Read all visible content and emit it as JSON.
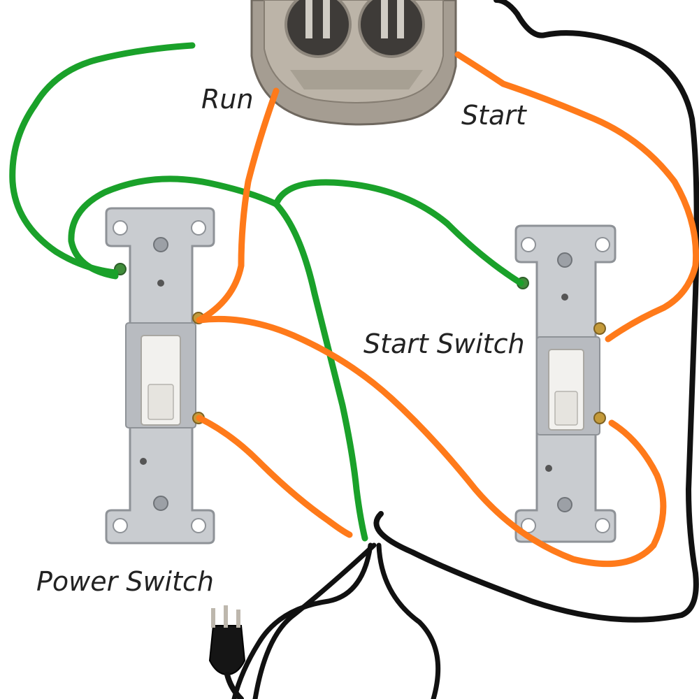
{
  "labels": {
    "run": "Run",
    "start": "Start",
    "start_switch": "Start Switch",
    "power_switch": "Power Switch"
  },
  "colors": {
    "green_wire": "#1aa12a",
    "orange_wire": "#ff7a1a",
    "black_wire": "#111111",
    "switch_plate": "#c9ccd0",
    "switch_toggle": "#f2f1ee",
    "capacitor": "#9e968c"
  },
  "icons": {
    "capacitor": "capacitor-icon",
    "power_switch": "toggle-switch-icon",
    "start_switch": "toggle-switch-icon",
    "plug": "power-plug-icon"
  }
}
